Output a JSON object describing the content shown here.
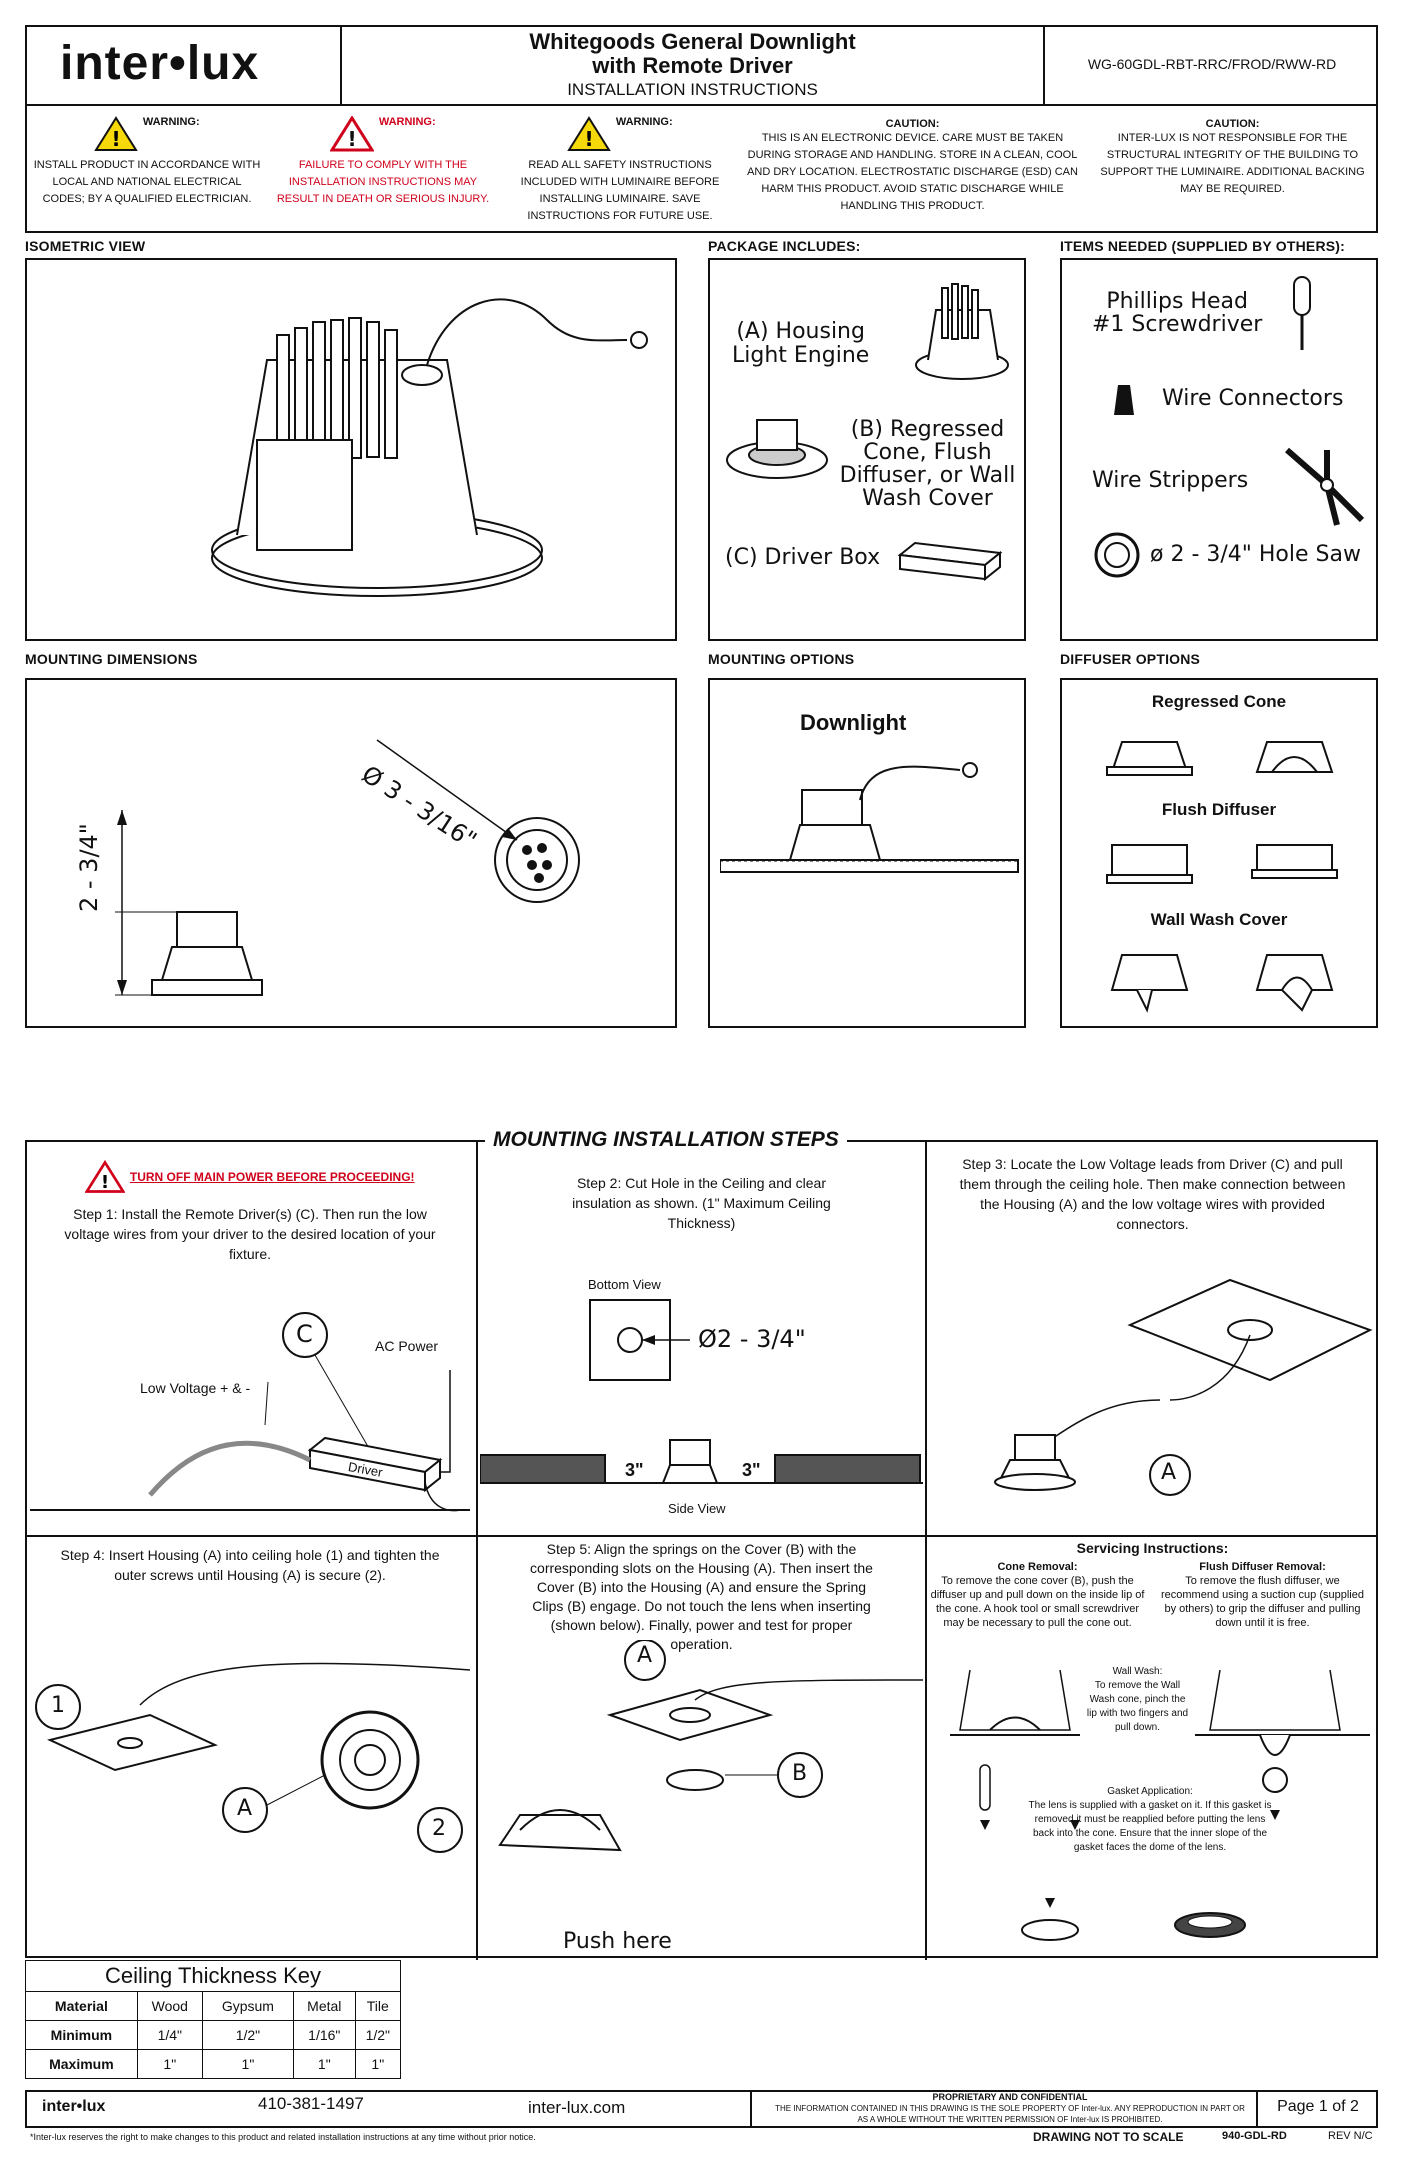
{
  "header": {
    "logo": "inter•lux",
    "title_line1": "Whitegoods General Downlight",
    "title_line2": "with Remote Driver",
    "subtitle": "INSTALLATION INSTRUCTIONS",
    "model": "WG-60GDL-RBT-RRC/FROD/RWW-RD"
  },
  "warnings": [
    {
      "heading": "WARNING:",
      "text": "INSTALL PRODUCT IN ACCORDANCE WITH LOCAL AND NATIONAL ELECTRICAL CODES; BY A QUALIFIED ELECTRICIAN."
    },
    {
      "heading": "WARNING:",
      "text": "FAILURE TO COMPLY WITH THE INSTALLATION INSTRUCTIONS MAY RESULT IN DEATH OR SERIOUS INJURY."
    },
    {
      "heading": "WARNING:",
      "text": "READ ALL SAFETY INSTRUCTIONS INCLUDED WITH LUMINAIRE BEFORE INSTALLING LUMINAIRE. SAVE INSTRUCTIONS FOR FUTURE USE."
    },
    {
      "heading": "CAUTION:",
      "text": "THIS IS AN ELECTRONIC DEVICE. CARE MUST BE TAKEN DURING STORAGE AND HANDLING. STORE IN A CLEAN, COOL AND DRY LOCATION. ELECTROSTATIC DISCHARGE (ESD) CAN HARM THIS PRODUCT. AVOID STATIC DISCHARGE WHILE HANDLING THIS PRODUCT."
    },
    {
      "heading": "CAUTION:",
      "text": "INTER-LUX IS NOT RESPONSIBLE FOR THE STRUCTURAL INTEGRITY OF THE BUILDING TO SUPPORT THE LUMINAIRE. ADDITIONAL BACKING MAY BE REQUIRED."
    }
  ],
  "sections": {
    "isometric": "ISOMETRIC VIEW",
    "package": "PACKAGE INCLUDES:",
    "items": "ITEMS NEEDED (SUPPLIED BY OTHERS):",
    "mounting_dim": "MOUNTING DIMENSIONS",
    "mounting_opt": "MOUNTING OPTIONS",
    "diffuser_opt": "DIFFUSER OPTIONS"
  },
  "package": {
    "a_line1": "(A) Housing",
    "a_line2": "Light Engine",
    "b_line1": "(B) Regressed",
    "b_line2": "Cone, Flush",
    "b_line3": "Diffuser, or Wall",
    "b_line4": "Wash Cover",
    "c": "(C) Driver Box"
  },
  "items_needed": {
    "screwdriver_line1": "Phillips Head",
    "screwdriver_line2": "#1 Screwdriver",
    "connectors": "Wire Connectors",
    "strippers": "Wire Strippers",
    "holesaw": "ø 2 - 3/4\" Hole Saw"
  },
  "dimensions": {
    "diameter": "Ø 3 - 3/16\"",
    "height": "2 - 3/4\""
  },
  "mounting_options": {
    "downlight": "Downlight"
  },
  "diffuser_options": {
    "regressed": "Regressed Cone",
    "flush": "Flush Diffuser",
    "wallwash": "Wall Wash Cover"
  },
  "steps": {
    "title": "MOUNTING INSTALLATION STEPS",
    "power_warning": "TURN OFF MAIN POWER BEFORE PROCEEDING!",
    "step1": "Step 1: Install the Remote Driver(s) (C). Then run the low voltage wires from your driver to the desired location of your fixture.",
    "step1_c": "C",
    "step1_ac": "AC Power",
    "step1_lv": "Low Voltage + & -",
    "step1_driver": "Driver",
    "step2": "Step 2: Cut Hole in the Ceiling and clear insulation as shown. (1\" Maximum Ceiling Thickness)",
    "step2_bottom": "Bottom View",
    "step2_dia": "Ø2 - 3/4\"",
    "step2_side": "Side View",
    "step2_gap": "3\"",
    "step3": "Step 3: Locate the Low Voltage leads from Driver (C) and pull them through the ceiling hole. Then make connection between the Housing (A) and the low voltage wires with provided connectors.",
    "label_a": "A",
    "label_b": "B",
    "label_1": "1",
    "label_2": "2",
    "step4": "Step 4: Insert Housing (A) into ceiling hole (1) and tighten the outer screws until Housing (A) is secure (2).",
    "step5": "Step 5: Align the springs on the Cover (B) with the corresponding slots on the Housing (A). Then insert the Cover (B) into the Housing (A) and ensure the Spring Clips (B) engage. Do not touch the lens when inserting (shown below). Finally, power and test for proper operation.",
    "push_here": "Push here",
    "servicing": "Servicing Instructions:",
    "cone_removal_h": "Cone Removal:",
    "cone_removal": "To remove the cone cover (B), push the diffuser up and pull down on the inside lip of the cone. A hook tool or small screwdriver may be necessary to pull the cone out.",
    "flush_removal_h": "Flush Diffuser Removal:",
    "flush_removal": "To remove the flush diffuser, we recommend using a suction cup (supplied by others) to grip the diffuser and pulling down until it is free.",
    "wallwash_h": "Wall Wash:",
    "wallwash": "To remove the Wall Wash cone, pinch the lip with two fingers and pull down.",
    "gasket_h": "Gasket Application:",
    "gasket": "The lens is supplied with a gasket on it. If this gasket is removed it must be reapplied before putting the lens back into the cone. Ensure that the inner slope of the gasket faces the dome of the lens."
  },
  "ceiling_key": {
    "title": "Ceiling Thickness Key",
    "headers": [
      "Material",
      "Wood",
      "Gypsum",
      "Metal",
      "Tile"
    ],
    "rows": [
      [
        "Minimum",
        "1/4\"",
        "1/2\"",
        "1/16\"",
        "1/2\""
      ],
      [
        "Maximum",
        "1\"",
        "1\"",
        "1\"",
        "1\""
      ]
    ]
  },
  "footer": {
    "logo": "inter•lux",
    "phone": "410-381-1497",
    "web": "inter-lux.com",
    "prop_h": "PROPRIETARY AND CONFIDENTIAL",
    "prop": "THE INFORMATION CONTAINED IN THIS DRAWING IS THE SOLE PROPERTY OF Inter-lux. ANY REPRODUCTION IN PART OR AS A WHOLE WITHOUT THE WRITTEN PERMISSION OF Inter-lux IS PROHIBITED.",
    "page": "Page 1 of 2",
    "disclaimer": "*Inter-lux reserves the right to make changes to this product and related installation instructions at any time without prior notice.",
    "scale": "DRAWING NOT TO SCALE",
    "doc": "940-GDL-RD",
    "rev": "REV N/C"
  }
}
